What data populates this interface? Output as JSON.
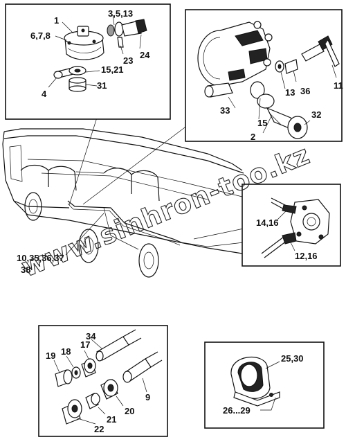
{
  "labels": {
    "tl": {
      "p1": "1",
      "p678": "6,7,8",
      "p3513": "3,5,13",
      "p23": "23",
      "p24": "24",
      "p1521": "15,21",
      "p4": "4",
      "p31": "31"
    },
    "tr": {
      "p11": "11",
      "p13": "13",
      "p36": "36",
      "p33": "33",
      "p15": "15",
      "p2": "2",
      "p32": "32"
    },
    "mr": {
      "p1416": "14,16",
      "p1216": "12,16"
    },
    "main": {
      "p103536": "10,35,36,37",
      "p38": "38"
    },
    "bl": {
      "p34": "34",
      "p19": "19",
      "p18": "18",
      "p17": "17",
      "p9": "9",
      "p20": "20",
      "p21": "21",
      "p22": "22"
    },
    "br": {
      "p2530": "25,30",
      "p2629": "26...29"
    }
  },
  "watermark": "www.sinhron-too.kz"
}
